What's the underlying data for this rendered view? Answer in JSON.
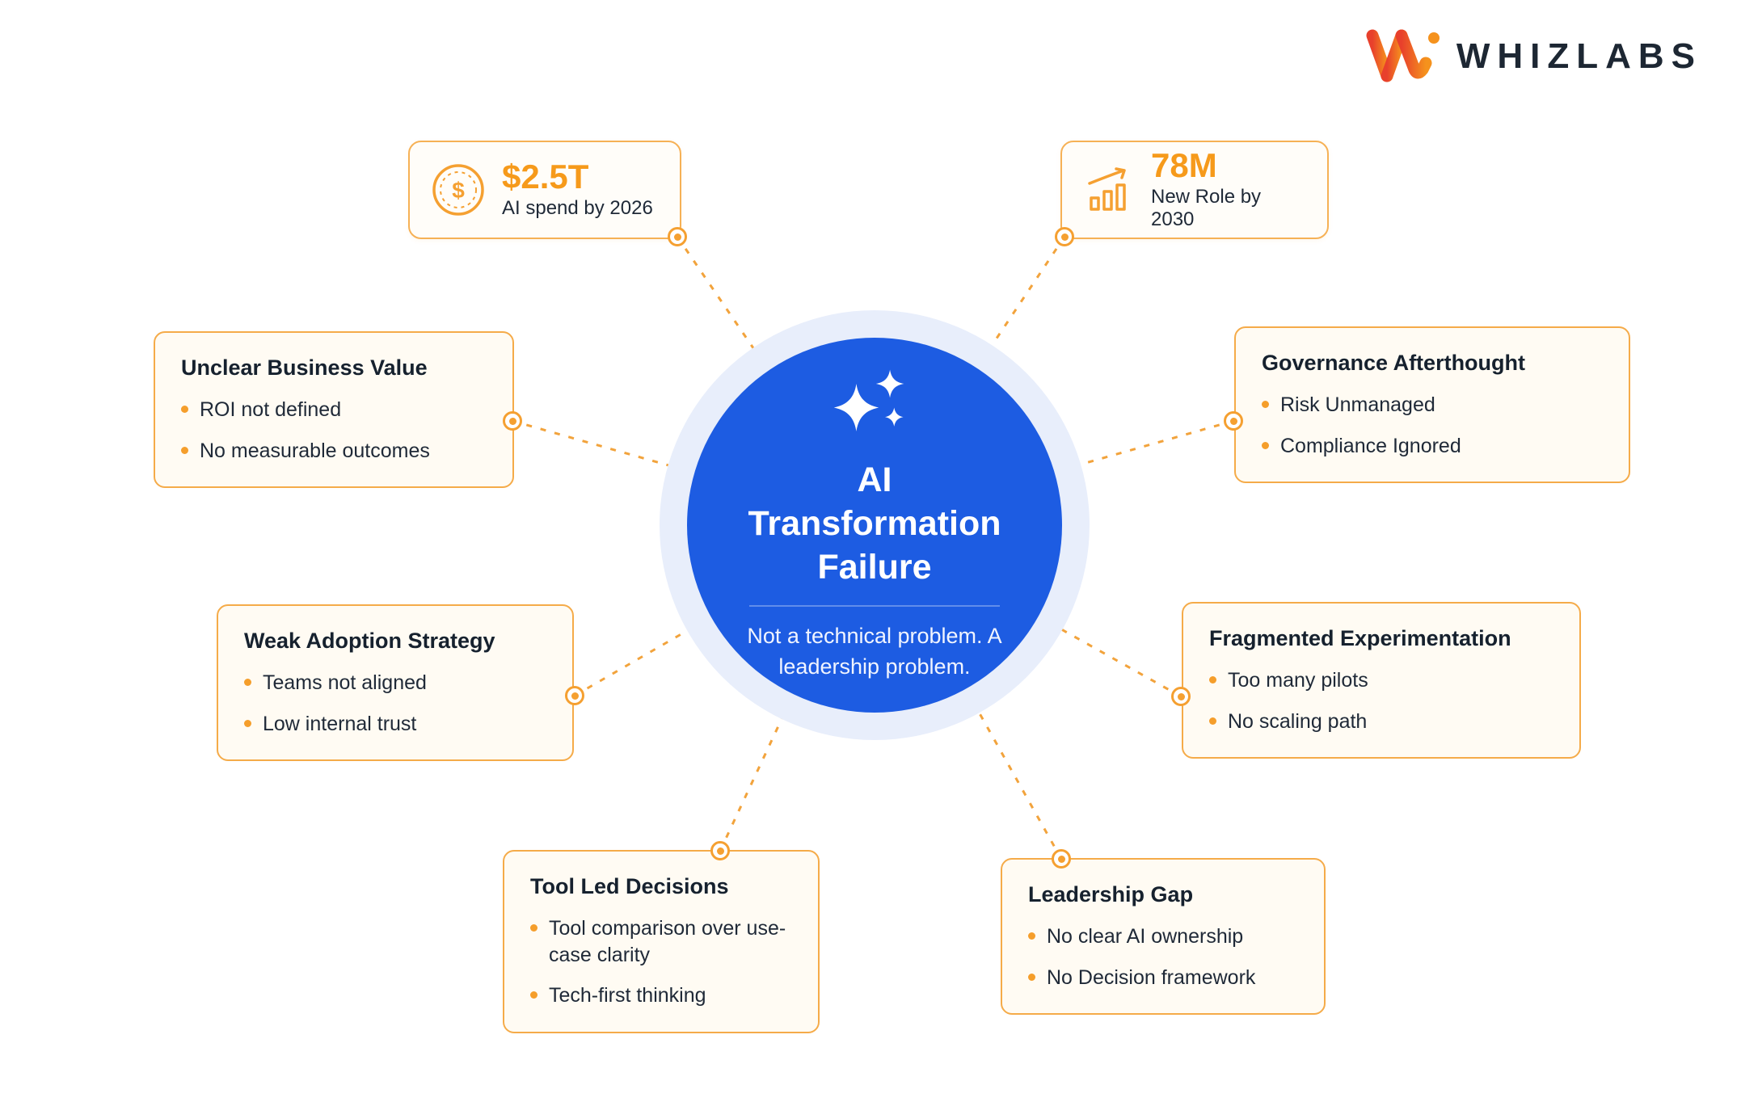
{
  "brand": {
    "name": "WHIZLABS"
  },
  "stats": [
    {
      "icon": "dollar-coin-icon",
      "value": "$2.5T",
      "label": "AI spend by 2026"
    },
    {
      "icon": "bar-chart-growth-icon",
      "value": "78M",
      "label": "New Role by 2030"
    }
  ],
  "center": {
    "icon": "sparkles-icon",
    "title": "AI Transformation Failure",
    "subtitle": "Not a technical problem. A leadership problem."
  },
  "causes": [
    {
      "title": "Unclear Business Value",
      "bullets": [
        "ROI not defined",
        "No measurable outcomes"
      ]
    },
    {
      "title": "Governance Afterthought",
      "bullets": [
        "Risk Unmanaged",
        "Compliance Ignored"
      ]
    },
    {
      "title": "Weak Adoption Strategy",
      "bullets": [
        "Teams not aligned",
        "Low internal trust"
      ]
    },
    {
      "title": "Fragmented Experimentation",
      "bullets": [
        "Too many pilots",
        "No scaling path"
      ]
    },
    {
      "title": "Tool Led Decisions",
      "bullets": [
        "Tool comparison over use-case clarity",
        "Tech-first thinking"
      ]
    },
    {
      "title": "Leadership Gap",
      "bullets": [
        "No clear AI ownership",
        "No Decision framework"
      ]
    }
  ],
  "colors": {
    "accent_orange": "#f59e2b",
    "border_orange": "#f5ab49",
    "hub_blue": "#1d5ce2",
    "halo_blue": "#e8eefb",
    "text_dark": "#1f2937",
    "box_bg": "#fffbf3"
  }
}
